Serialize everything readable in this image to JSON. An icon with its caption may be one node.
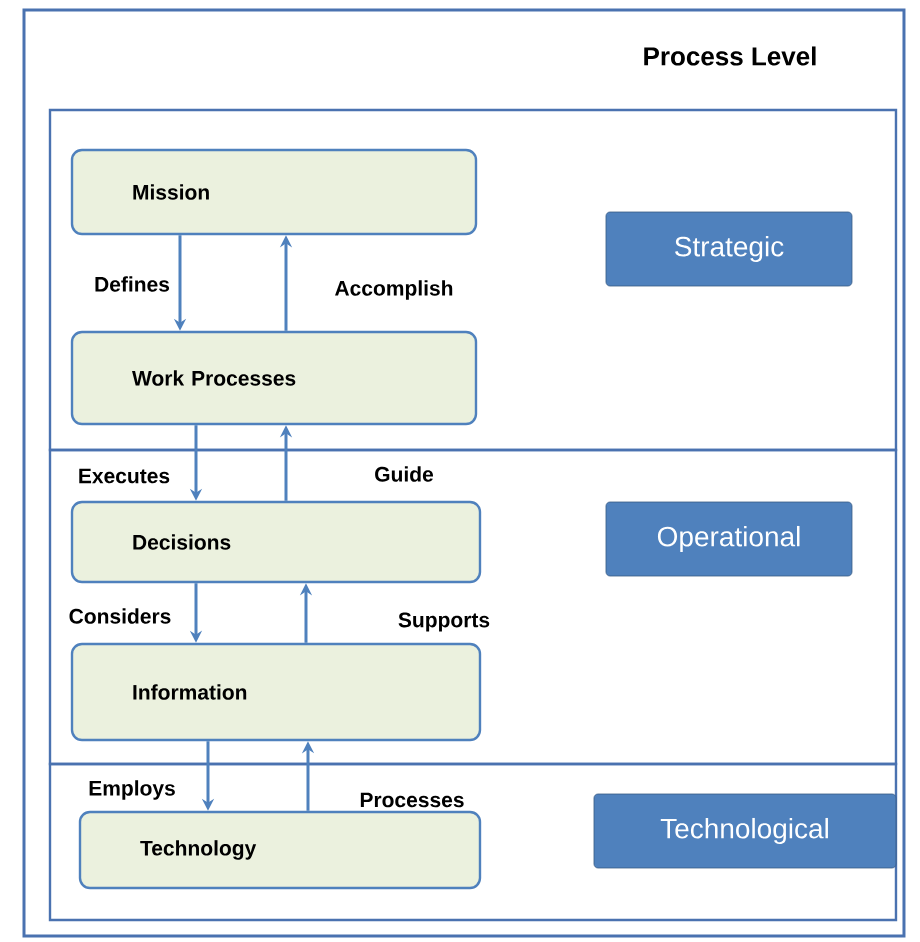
{
  "diagram": {
    "nodes": [
      {
        "text": [
          "Process Level"
        ]
      },
      {
        "text": [],
        "shape": "box",
        "in": 0
      },
      {
        "text": [
          "Mission"
        ],
        "in": 1
      },
      {
        "text": [
          "Work Processes"
        ],
        "in": 1
      },
      {
        "text": [
          "Strategic"
        ],
        "in": 1
      },
      {
        "text": [],
        "shape": "box",
        "in": 0
      },
      {
        "text": [
          "Decisions"
        ],
        "in": 5
      },
      {
        "text": [
          "Information"
        ],
        "in": 5
      },
      {
        "text": [
          "Operational"
        ],
        "in": 5
      },
      {
        "text": [],
        "shape": "box",
        "in": 0
      },
      {
        "text": [
          "Technology"
        ],
        "in": 9
      },
      {
        "text": [
          "Technological"
        ],
        "in": 9
      }
    ],
    "edges": [
      {
        "from": 2,
        "to": 3,
        "arrow": "to",
        "label": "Defines"
      },
      {
        "from": 3,
        "to": 2,
        "arrow": "to",
        "label": "Accomplish"
      },
      {
        "from": 3,
        "to": 6,
        "arrow": "to",
        "label": "Executes"
      },
      {
        "from": 6,
        "to": 3,
        "arrow": "to",
        "label": "Guide"
      },
      {
        "from": 6,
        "to": 7,
        "arrow": "to",
        "label": "Considers"
      },
      {
        "from": 7,
        "to": 6,
        "arrow": "to",
        "label": "Supports"
      },
      {
        "from": 7,
        "to": 10,
        "arrow": "to",
        "label": "Employs"
      },
      {
        "from": 10,
        "to": 7,
        "arrow": "to",
        "label": "Processes"
      }
    ]
  }
}
